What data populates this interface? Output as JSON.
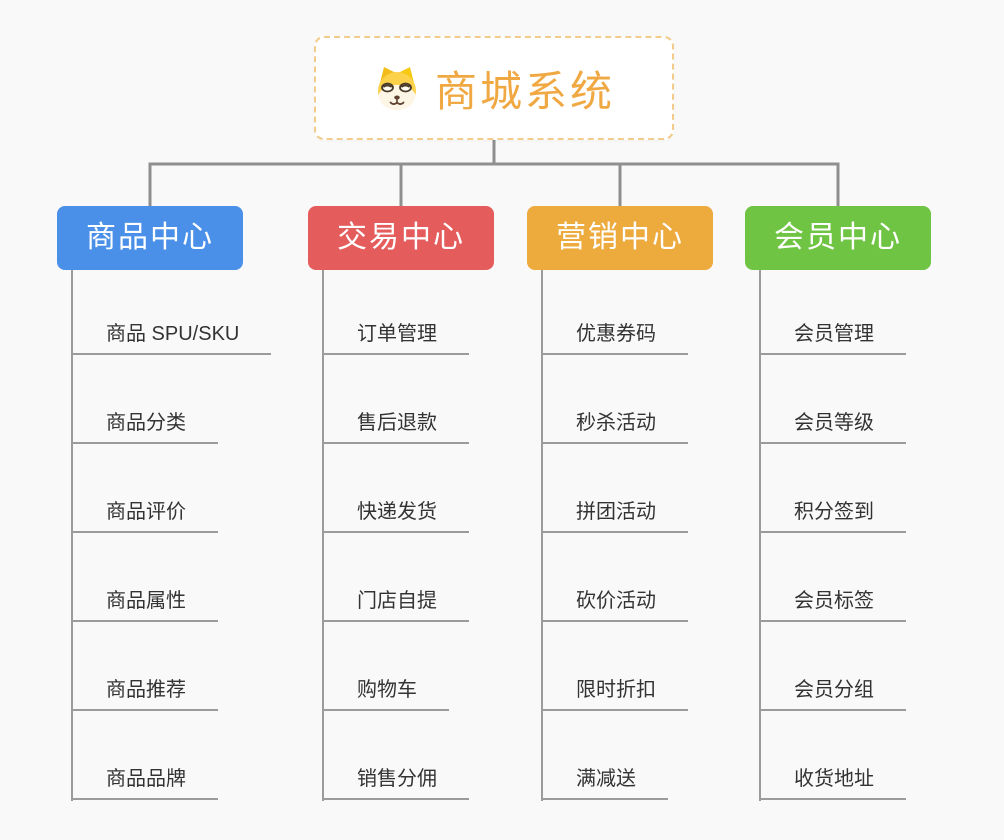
{
  "root": {
    "title": "商城系统",
    "icon": "dog-face-icon",
    "accent_color": "#f0a843",
    "border_color": "#f3cb8a"
  },
  "branches": [
    {
      "label": "商品中心",
      "color": "#4a90e8",
      "items": [
        "商品 SPU/SKU",
        "商品分类",
        "商品评价",
        "商品属性",
        "商品推荐",
        "商品品牌"
      ]
    },
    {
      "label": "交易中心",
      "color": "#e45d5c",
      "items": [
        "订单管理",
        "售后退款",
        "快递发货",
        "门店自提",
        "购物车",
        "销售分佣"
      ]
    },
    {
      "label": "营销中心",
      "color": "#edaa3d",
      "items": [
        "优惠券码",
        "秒杀活动",
        "拼团活动",
        "砍价活动",
        "限时折扣",
        "满减送"
      ]
    },
    {
      "label": "会员中心",
      "color": "#6fc443",
      "items": [
        "会员管理",
        "会员等级",
        "积分签到",
        "会员标签",
        "会员分组",
        "收货地址"
      ]
    }
  ]
}
